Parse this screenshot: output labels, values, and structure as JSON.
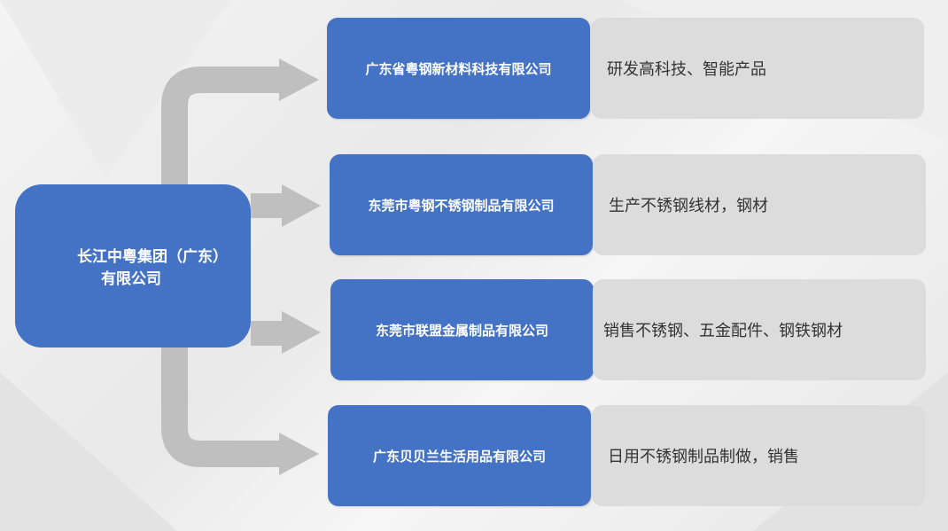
{
  "parent": {
    "line1": "长江中粤集团（广东）",
    "line2": "有限公司"
  },
  "subsidiaries": [
    {
      "name": "广东省粤钢新材料科技有限公司",
      "business": "研发高科技、智能产品"
    },
    {
      "name": "东莞市粤钢不锈钢制品有限公司",
      "business": "生产不锈钢线材，钢材"
    },
    {
      "name": "东莞市联盟金属制品有限公司",
      "business": "销售不锈钢、五金配件、钢铁钢材"
    },
    {
      "name": "广东贝贝兰生活用品有限公司",
      "business": "日用不锈钢制品制做，销售"
    }
  ],
  "colors": {
    "box_blue": "#4472C4",
    "desc_gray": "#DCDCDC",
    "arrow_gray": "#BFBFBF"
  }
}
